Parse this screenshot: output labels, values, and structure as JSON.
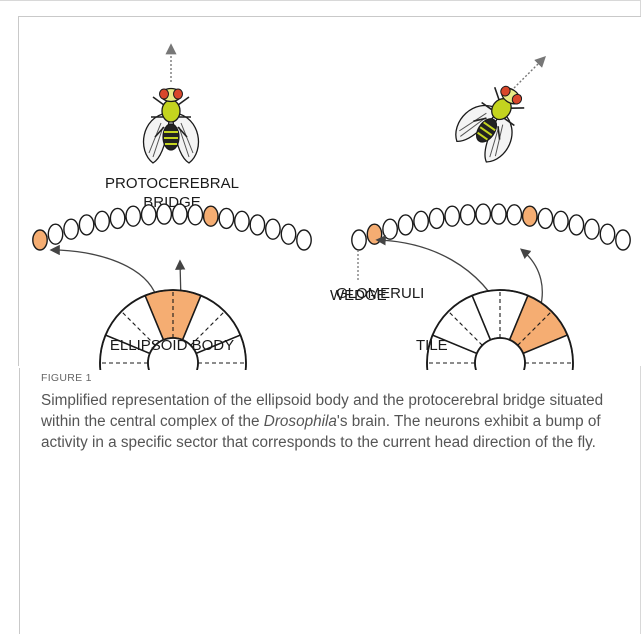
{
  "figure": {
    "label": "FIGURE 1",
    "caption": {
      "before": "Simplified representation of the ellipsoid body and the protocerebral bridge situated within the central complex of the ",
      "italic": "Drosophila",
      "after": "'s brain. The neurons exhibit a bump of activity in a specific sector that corresponds to the current head direction of the fly."
    }
  },
  "labels": {
    "pb_line1": "PROTOCEREBRAL",
    "pb_line2": "BRIDGE",
    "ellipsoid_body": "ELLIPSOID BODY",
    "glomeruli": "GLOMERULI",
    "wedge": "WEDGE",
    "tile": "TILE"
  },
  "colors": {
    "active": "#f5ad72",
    "outline": "#1a1a1a",
    "fly_body": "#c4d41f",
    "fly_eye": "#d9472b",
    "arrow": "#555555",
    "tile_arc": "#888888"
  }
}
